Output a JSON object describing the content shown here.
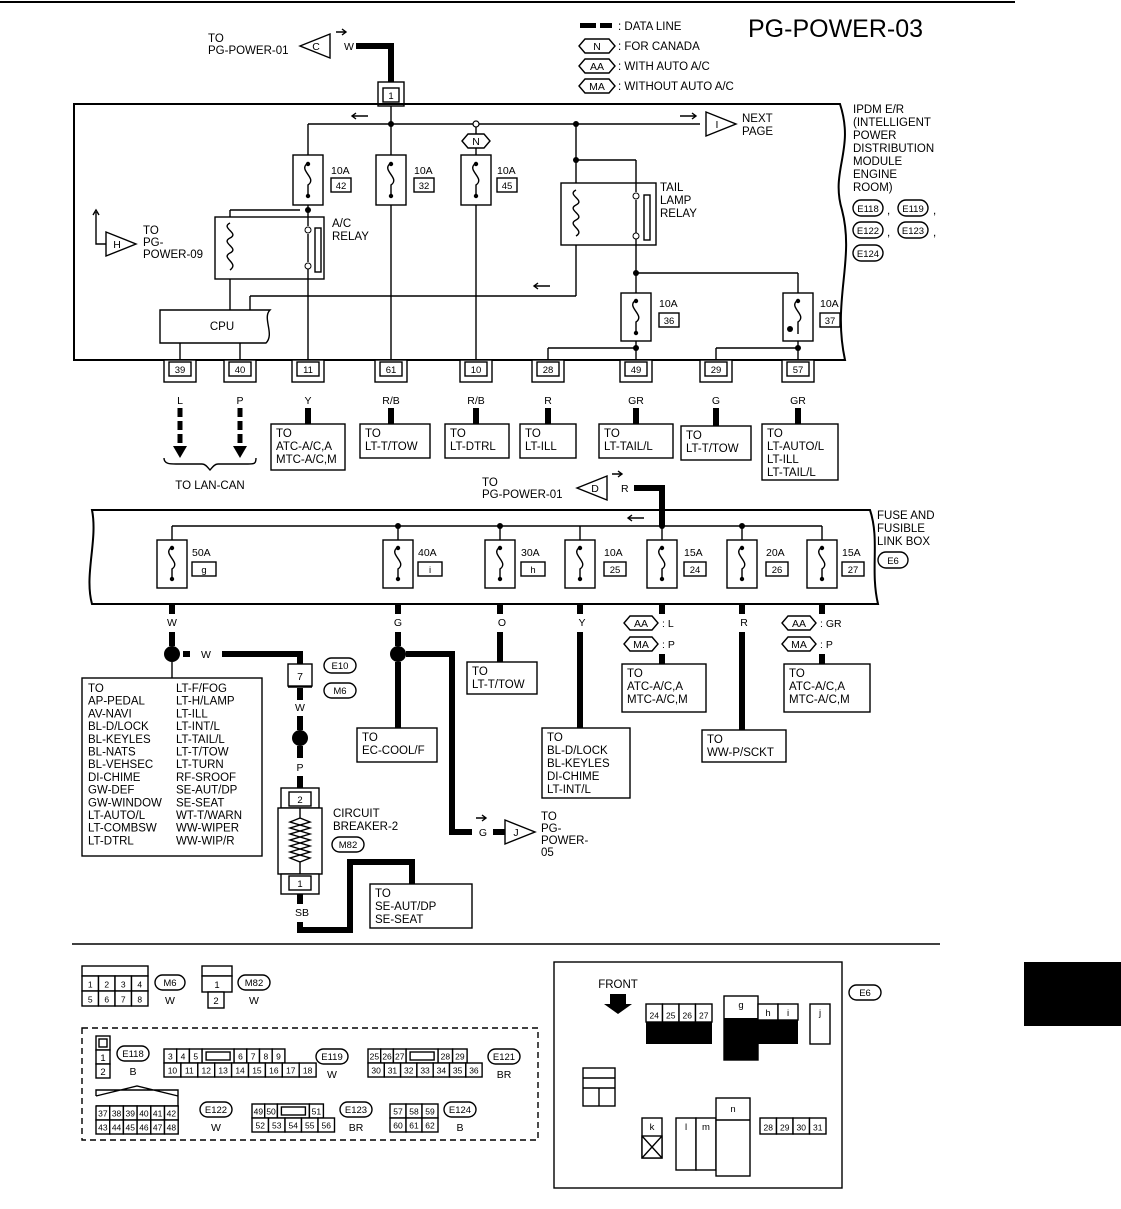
{
  "title": "PG-POWER-03",
  "legend": [
    {
      "sym": "",
      "text": ": DATA LINE"
    },
    {
      "sym": "N",
      "text": ": FOR CANADA"
    },
    {
      "sym": "AA",
      "text": ": WITH AUTO A/C"
    },
    {
      "sym": "MA",
      "text": ": WITHOUT AUTO A/C"
    }
  ],
  "ipdm": {
    "label": [
      "IPDM E/R",
      "(INTELLIGENT",
      "POWER",
      "DISTRIBUTION",
      "MODULE",
      "ENGINE",
      "ROOM)"
    ],
    "connectors": [
      "E118",
      "E119",
      "E122",
      "E123",
      "E124"
    ],
    "to_c": {
      "lines": [
        "TO",
        "PG-POWER-01"
      ],
      "flag": "C",
      "wire": "W",
      "pin": "1"
    },
    "next_page": {
      "flag": "I",
      "lines": [
        "NEXT",
        "PAGE"
      ]
    },
    "canada_flag": "N",
    "to_h": {
      "flag": "H",
      "lines": [
        "TO",
        "PG-",
        "POWER-09"
      ]
    },
    "ac_relay": [
      "A/C",
      "RELAY"
    ],
    "tail_relay": [
      "TAIL",
      "LAMP",
      "RELAY"
    ],
    "cpu": "CPU",
    "fuses": [
      {
        "amp": "10A",
        "num": "42"
      },
      {
        "amp": "10A",
        "num": "32"
      },
      {
        "amp": "10A",
        "num": "45"
      },
      {
        "amp": "10A",
        "num": "36"
      },
      {
        "amp": "10A",
        "num": "37"
      }
    ],
    "terminals": [
      {
        "pin": "39",
        "wire": "L"
      },
      {
        "pin": "40",
        "wire": "P"
      },
      {
        "pin": "11",
        "wire": "Y",
        "to": [
          "TO",
          "ATC-A/C,A",
          "MTC-A/C,M"
        ]
      },
      {
        "pin": "61",
        "wire": "R/B",
        "to": [
          "TO",
          "LT-T/TOW"
        ]
      },
      {
        "pin": "10",
        "wire": "R/B",
        "to": [
          "TO",
          "LT-DTRL"
        ]
      },
      {
        "pin": "28",
        "wire": "R",
        "to": [
          "TO",
          "LT-ILL"
        ]
      },
      {
        "pin": "49",
        "wire": "GR",
        "to": [
          "TO",
          "LT-TAIL/L"
        ]
      },
      {
        "pin": "29",
        "wire": "G",
        "to": [
          "TO",
          "LT-T/TOW"
        ]
      },
      {
        "pin": "57",
        "wire": "GR",
        "to": [
          "TO",
          "LT-AUTO/L",
          "LT-ILL",
          "LT-TAIL/L"
        ]
      }
    ],
    "lan": "TO LAN-CAN"
  },
  "fuse_box": {
    "label": [
      "FUSE AND",
      "FUSIBLE",
      "LINK BOX"
    ],
    "connector": "E6",
    "to_d": {
      "lines": [
        "TO",
        "PG-POWER-01"
      ],
      "flag": "D",
      "wire": "R"
    },
    "fuses": [
      {
        "amp": "50A",
        "num": "g",
        "wire": "W"
      },
      {
        "amp": "40A",
        "num": "i",
        "wire": "G"
      },
      {
        "amp": "30A",
        "num": "h",
        "wire": "O"
      },
      {
        "amp": "10A",
        "num": "25",
        "wire": "Y"
      },
      {
        "amp": "15A",
        "num": "24",
        "wire": ""
      },
      {
        "amp": "20A",
        "num": "26",
        "wire": "R"
      },
      {
        "amp": "15A",
        "num": "27",
        "wire": ""
      }
    ],
    "opt24": [
      {
        "sym": "AA",
        "wire": ": L"
      },
      {
        "sym": "MA",
        "wire": ": P"
      }
    ],
    "opt27": [
      {
        "sym": "AA",
        "wire": ": GR"
      },
      {
        "sym": "MA",
        "wire": ": P"
      }
    ],
    "list_col1": [
      "TO",
      "AP-PEDAL",
      "AV-NAVI",
      "BL-D/LOCK",
      "BL-KEYLES",
      "BL-NATS",
      "BL-VEHSEC",
      "DI-CHIME",
      "GW-DEF",
      "GW-WINDOW",
      "LT-AUTO/L",
      "LT-COMBSW",
      "LT-DTRL"
    ],
    "list_col2": [
      "LT-F/FOG",
      "LT-H/LAMP",
      "LT-ILL",
      "LT-INT/L",
      "LT-TAIL/L",
      "LT-T/TOW",
      "LT-TURN",
      "RF-SROOF",
      "SE-AUT/DP",
      "SE-SEAT",
      "WT-T/WARN",
      "WW-WIPER",
      "WW-WIP/R"
    ],
    "w_label": "W",
    "joint_pin": "7",
    "e10": "E10",
    "m6": "M6",
    "w2": "W",
    "p2": "P",
    "cb_pin_top": "2",
    "cb_pin_bot": "1",
    "cb_label": [
      "CIRCUIT",
      "BREAKER-2"
    ],
    "m82": "M82",
    "sb": "SB",
    "to_seat": [
      "TO",
      "SE-AUT/DP",
      "SE-SEAT"
    ],
    "to_ec": [
      "TO",
      "EC-COOL/F"
    ],
    "to_j": {
      "wire": "G",
      "flag": "J",
      "lines": [
        "TO",
        "PG-",
        "POWER-",
        "05"
      ]
    },
    "to_ttow": [
      "TO",
      "LT-T/TOW"
    ],
    "to_bl": [
      "TO",
      "BL-D/LOCK",
      "BL-KEYLES",
      "DI-CHIME",
      "LT-INT/L"
    ],
    "to_atc24": [
      "TO",
      "ATC-A/C,A",
      "MTC-A/C,M"
    ],
    "to_ww": [
      "TO",
      "WW-P/SCKT"
    ],
    "to_atc27": [
      "TO",
      "ATC-A/C,A",
      "MTC-A/C,M"
    ]
  },
  "connectors_views": {
    "m6": {
      "name": "M6",
      "color": "W",
      "pins_top": [
        "1",
        "2",
        "3",
        "4"
      ],
      "pins_bot": [
        "5",
        "6",
        "7",
        "8"
      ]
    },
    "m82": {
      "name": "M82",
      "color": "W",
      "pins_top": [
        "1"
      ],
      "pins_bot": [
        "2"
      ]
    },
    "e118": {
      "name": "E118",
      "color": "B",
      "pins": [
        "1",
        "2"
      ]
    },
    "e119": {
      "name": "E119",
      "color": "W",
      "pins_top": [
        "3",
        "4",
        "5",
        "6",
        "7",
        "8",
        "9"
      ],
      "pins_bot": [
        "10",
        "11",
        "12",
        "13",
        "14",
        "15",
        "16",
        "17",
        "18"
      ]
    },
    "e121": {
      "name": "E121",
      "color": "BR",
      "pins_top": [
        "25",
        "26",
        "27",
        "28",
        "29"
      ],
      "pins_bot": [
        "30",
        "31",
        "32",
        "33",
        "34",
        "35",
        "36"
      ]
    },
    "e122": {
      "name": "E122",
      "color": "W",
      "pins_top": [
        "37",
        "38",
        "39",
        "40",
        "41",
        "42"
      ],
      "pins_bot": [
        "43",
        "44",
        "45",
        "46",
        "47",
        "48"
      ]
    },
    "e123": {
      "name": "E123",
      "color": "BR",
      "pins_top": [
        "49",
        "50",
        "51"
      ],
      "pins_bot": [
        "52",
        "53",
        "54",
        "55",
        "56"
      ]
    },
    "e124": {
      "name": "E124",
      "color": "B",
      "pins_top": [
        "57",
        "58",
        "59"
      ],
      "pins_bot": [
        "60",
        "61",
        "62"
      ]
    },
    "e6": {
      "name": "E6",
      "front": "FRONT",
      "slots_top": [
        "24",
        "25",
        "26",
        "27"
      ],
      "g": "g",
      "h": "h",
      "i": "i",
      "j": "j",
      "k": "k",
      "l": "l",
      "m": "m",
      "n": "n",
      "slots_right": [
        "28",
        "29",
        "30",
        "31"
      ]
    }
  }
}
